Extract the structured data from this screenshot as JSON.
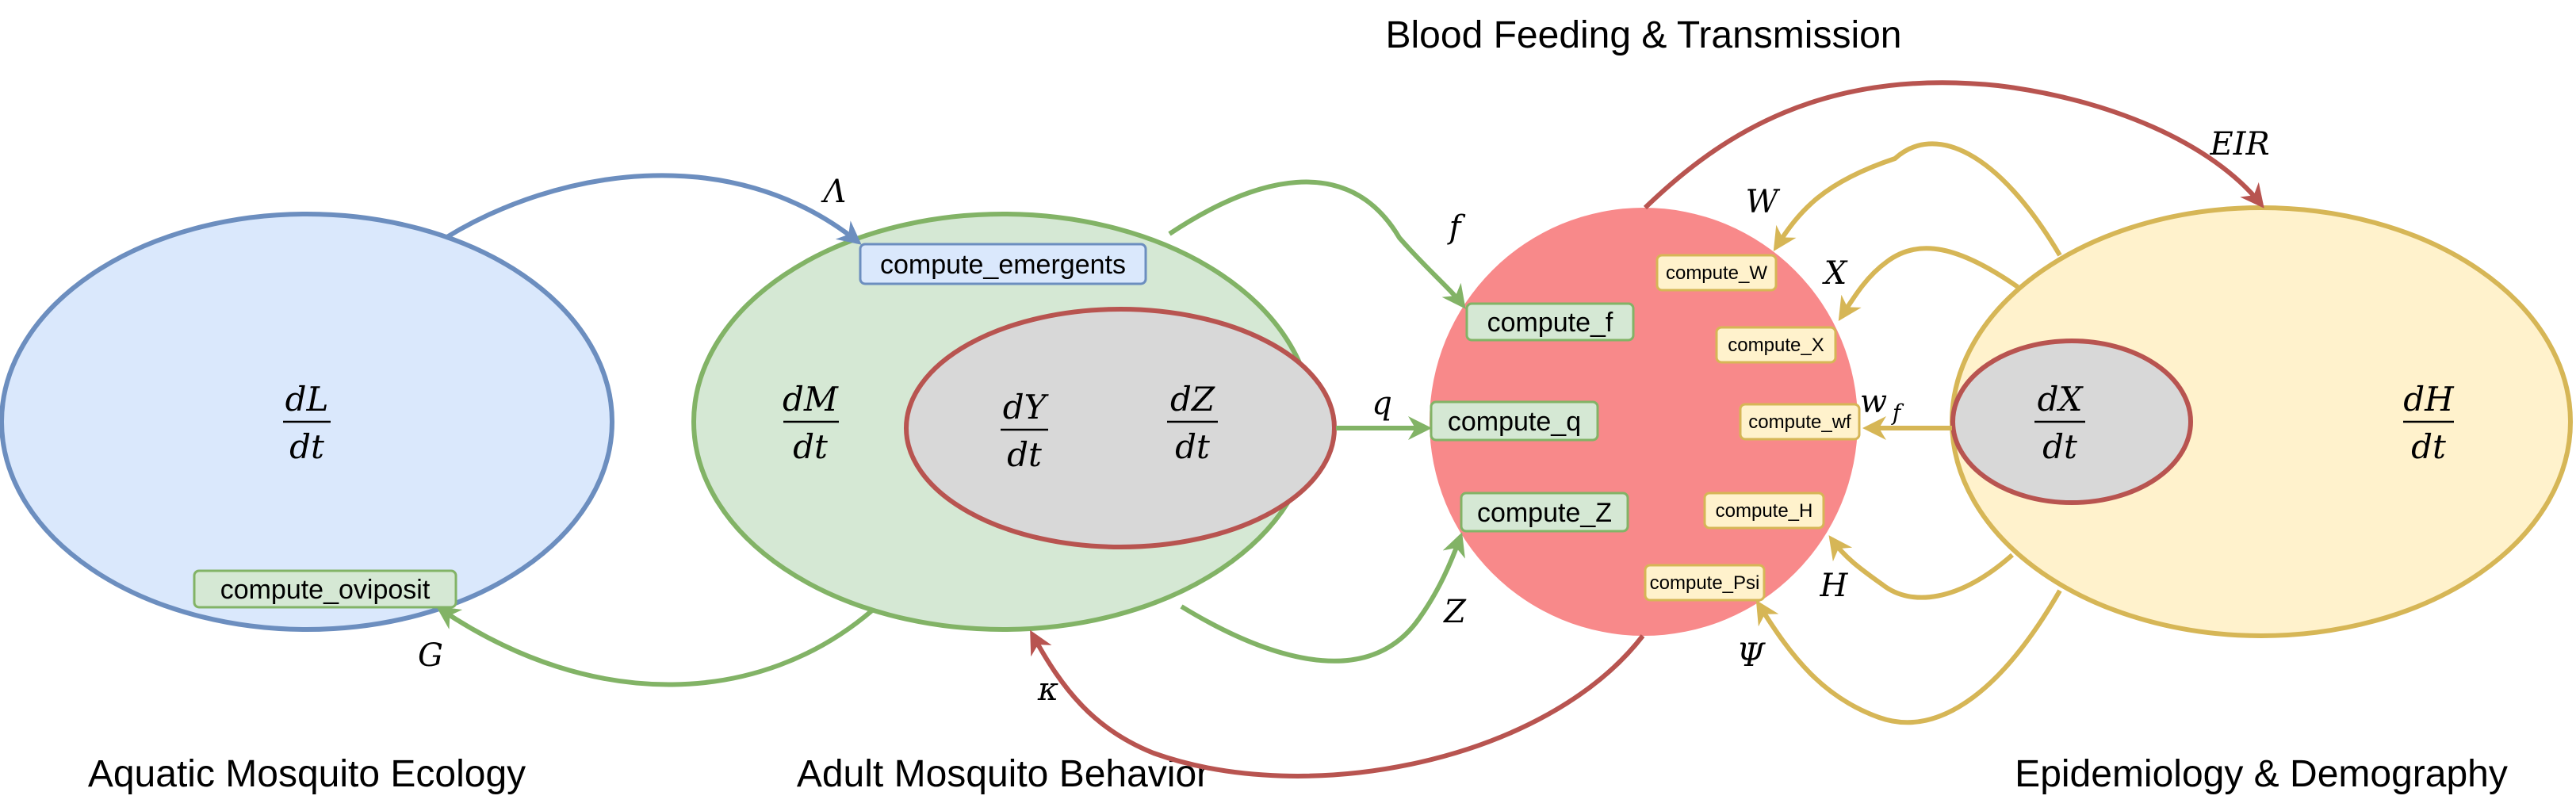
{
  "sections": {
    "aquatic": "Aquatic Mosquito Ecology",
    "adult": "Adult Mosquito Behavior",
    "blood": "Blood Feeding & Transmission",
    "epi": "Epidemiology & Demography"
  },
  "derivatives": {
    "dL": {
      "num": "dL",
      "den": "dt"
    },
    "dM": {
      "num": "dM",
      "den": "dt"
    },
    "dY": {
      "num": "dY",
      "den": "dt"
    },
    "dZ": {
      "num": "dZ",
      "den": "dt"
    },
    "dX": {
      "num": "dX",
      "den": "dt"
    },
    "dH": {
      "num": "dH",
      "den": "dt"
    }
  },
  "functions": {
    "compute_oviposit": "compute_oviposit",
    "compute_emergents": "compute_emergents",
    "compute_f": "compute_f",
    "compute_q": "compute_q",
    "compute_Z": "compute_Z",
    "compute_W": "compute_W",
    "compute_X": "compute_X",
    "compute_wf": "compute_wf",
    "compute_H": "compute_H",
    "compute_Psi": "compute_Psi"
  },
  "edge_labels": {
    "lambda": "Λ",
    "G": "G",
    "f": "f",
    "q": "q",
    "Z": "Z",
    "kappa": "κ",
    "EIR": "EIR",
    "W": "W",
    "X": "X",
    "wf_main": "w",
    "wf_sub": "f",
    "H": "H",
    "Psi": "Ψ"
  },
  "colors": {
    "blue_stroke": "#6c8ebf",
    "blue_fill": "#dae8fc",
    "green_stroke": "#82b366",
    "green_fill": "#d5e8d4",
    "red_stroke": "#b85450",
    "red_fill": "#f8898a",
    "gray_fill": "#d8d8d8",
    "yellow_stroke": "#d6b656",
    "yellow_fill": "#fff2cc"
  }
}
